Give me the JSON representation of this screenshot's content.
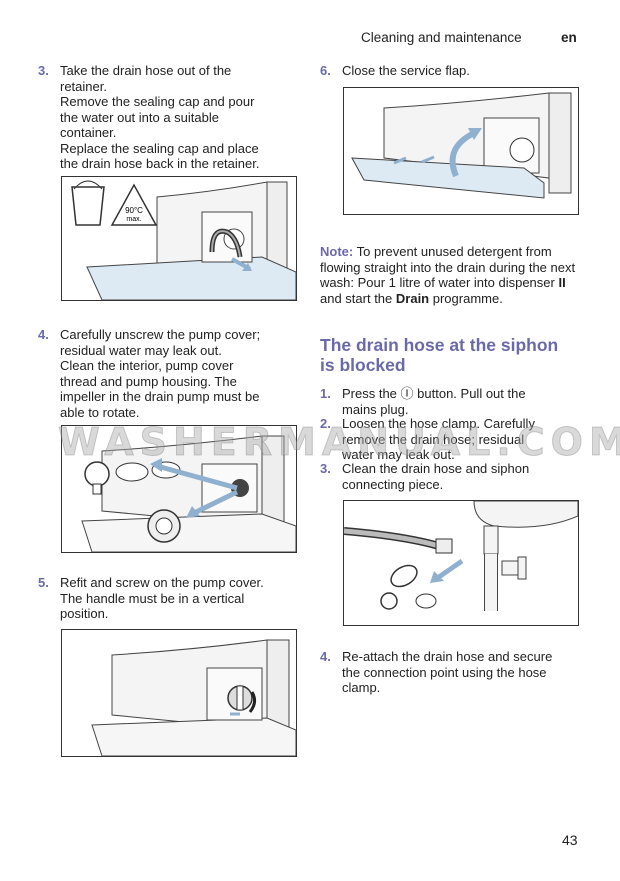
{
  "header": {
    "section": "Cleaning and maintenance",
    "lang": "en"
  },
  "left_steps": [
    {
      "num": "3.",
      "text": "Take the drain hose out of the\nretainer.\nRemove the sealing cap and pour\nthe water out into a suitable\ncontainer.\nReplace the sealing cap and place\nthe drain hose back in the retainer."
    },
    {
      "num": "4.",
      "text": "Carefully unscrew the pump cover;\nresidual water may leak out.\nClean the interior, pump cover\nthread and pump housing. The\nimpeller in the drain pump must be\nable to rotate."
    },
    {
      "num": "5.",
      "text": "Refit and screw on the pump cover.\nThe handle must be in a vertical\nposition."
    }
  ],
  "right_step6": {
    "num": "6.",
    "text": "Close the service flap."
  },
  "note": {
    "label": "Note:",
    "part1": " To prevent unused detergent from flowing straight into the drain during the next wash: Pour 1 litre of water into dispenser ",
    "dispenser": "II",
    "part2": " and start the ",
    "programme": "Drain",
    "part3": " programme."
  },
  "section_heading": "The drain hose at the siphon\nis blocked",
  "siphon_steps": [
    {
      "num": "1.",
      "pre": "Press the ",
      "icon": "Ⓘ",
      "post": " button. Pull out the\nmains plug."
    },
    {
      "num": "2.",
      "text": "Loosen the hose clamp. Carefully\nremove the drain hose; residual\nwater may leak out."
    },
    {
      "num": "3.",
      "text": "Clean the drain hose and siphon\nconnecting piece."
    },
    {
      "num": "4.",
      "text": "Re-attach the drain hose and secure\nthe connection point using the hose\nclamp."
    }
  ],
  "figure_labels": {
    "temp": "90°C",
    "max": "max."
  },
  "watermark": "WASHERMANUAL.COM",
  "page_number": "43",
  "colors": {
    "accent": "#6b6aa8",
    "arrow": "#8fb0cf",
    "tray": "#dde9f3"
  }
}
